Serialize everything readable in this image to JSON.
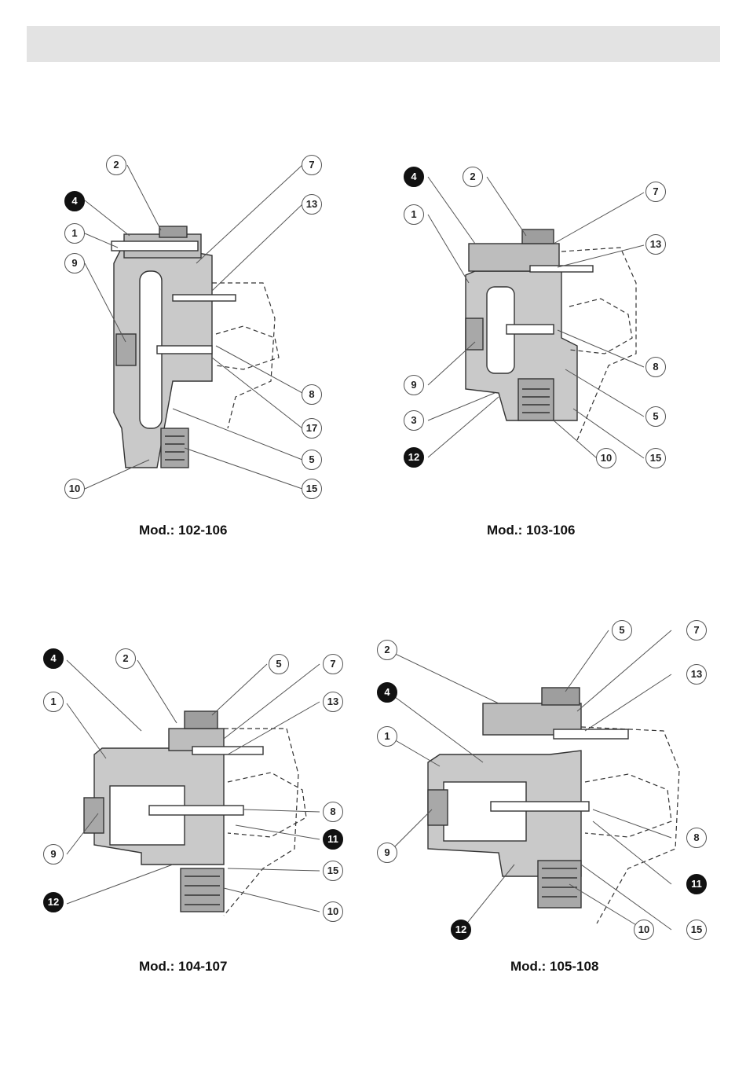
{
  "figures": [
    {
      "caption": "Mod.: 102-106",
      "callouts": [
        {
          "n": "2",
          "dark": false
        },
        {
          "n": "4",
          "dark": true
        },
        {
          "n": "1",
          "dark": false
        },
        {
          "n": "9",
          "dark": false
        },
        {
          "n": "7",
          "dark": false
        },
        {
          "n": "13",
          "dark": false
        },
        {
          "n": "8",
          "dark": false
        },
        {
          "n": "17",
          "dark": false
        },
        {
          "n": "5",
          "dark": false
        },
        {
          "n": "10",
          "dark": false
        },
        {
          "n": "15",
          "dark": false
        }
      ]
    },
    {
      "caption": "Mod.: 103-106",
      "callouts": [
        {
          "n": "4",
          "dark": true
        },
        {
          "n": "2",
          "dark": false
        },
        {
          "n": "1",
          "dark": false
        },
        {
          "n": "7",
          "dark": false
        },
        {
          "n": "13",
          "dark": false
        },
        {
          "n": "9",
          "dark": false
        },
        {
          "n": "8",
          "dark": false
        },
        {
          "n": "3",
          "dark": false
        },
        {
          "n": "5",
          "dark": false
        },
        {
          "n": "12",
          "dark": true
        },
        {
          "n": "10",
          "dark": false
        },
        {
          "n": "15",
          "dark": false
        }
      ]
    },
    {
      "caption": "Mod.: 104-107",
      "callouts": [
        {
          "n": "4",
          "dark": true
        },
        {
          "n": "2",
          "dark": false
        },
        {
          "n": "5",
          "dark": false
        },
        {
          "n": "7",
          "dark": false
        },
        {
          "n": "1",
          "dark": false
        },
        {
          "n": "13",
          "dark": false
        },
        {
          "n": "8",
          "dark": false
        },
        {
          "n": "11",
          "dark": true
        },
        {
          "n": "9",
          "dark": false
        },
        {
          "n": "15",
          "dark": false
        },
        {
          "n": "12",
          "dark": true
        },
        {
          "n": "10",
          "dark": false
        }
      ]
    },
    {
      "caption": "Mod.: 105-108",
      "callouts": [
        {
          "n": "5",
          "dark": false
        },
        {
          "n": "7",
          "dark": false
        },
        {
          "n": "2",
          "dark": false
        },
        {
          "n": "13",
          "dark": false
        },
        {
          "n": "4",
          "dark": true
        },
        {
          "n": "1",
          "dark": false
        },
        {
          "n": "8",
          "dark": false
        },
        {
          "n": "9",
          "dark": false
        },
        {
          "n": "11",
          "dark": true
        },
        {
          "n": "12",
          "dark": true
        },
        {
          "n": "10",
          "dark": false
        },
        {
          "n": "15",
          "dark": false
        }
      ]
    }
  ]
}
